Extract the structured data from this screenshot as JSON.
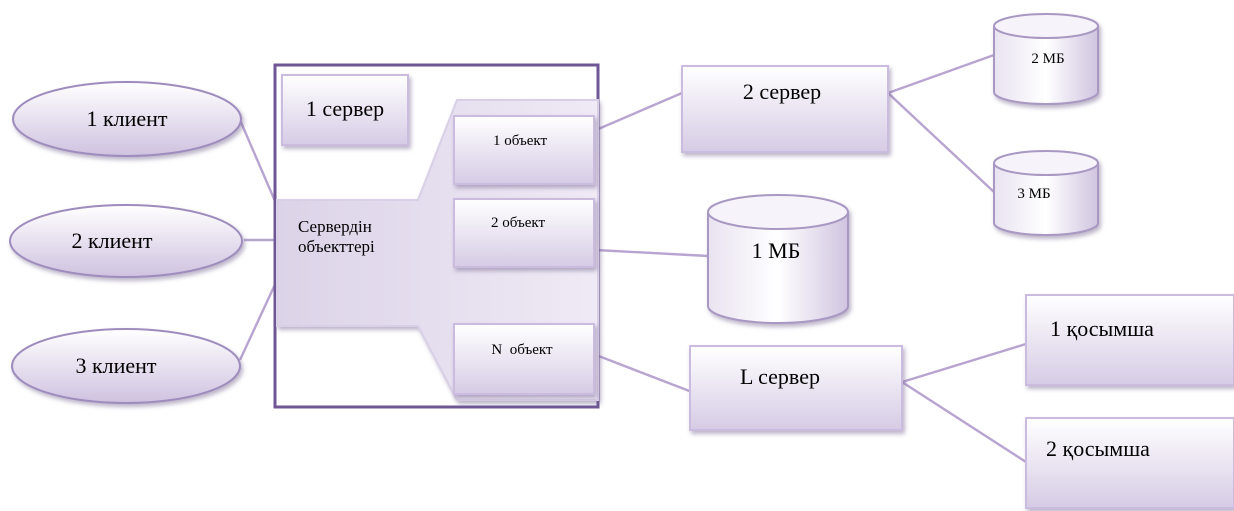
{
  "colors": {
    "fill_top": "#ffffff",
    "fill_bottom": "#d9d0e6",
    "border_light": "#cbbcdf",
    "border_dark": "#7d6aa0",
    "frame": "#6e5794",
    "connector": "#b8a4d0"
  },
  "clients": [
    "1 клиент",
    "2 клиент",
    "3 клиент"
  ],
  "server1": "1 сервер",
  "server_objects": "Сервердін объекттері",
  "server_objects_lines": [
    "Сервердін",
    "объекттері"
  ],
  "objects": [
    "1 объект",
    "2 объект",
    "N  объект"
  ],
  "server2": "2 сервер",
  "server_l": "L сервер",
  "databases": [
    "2 МБ",
    "3 МБ",
    "1 МБ"
  ],
  "apps": [
    "1 қосымша",
    "2 қосымша"
  ]
}
